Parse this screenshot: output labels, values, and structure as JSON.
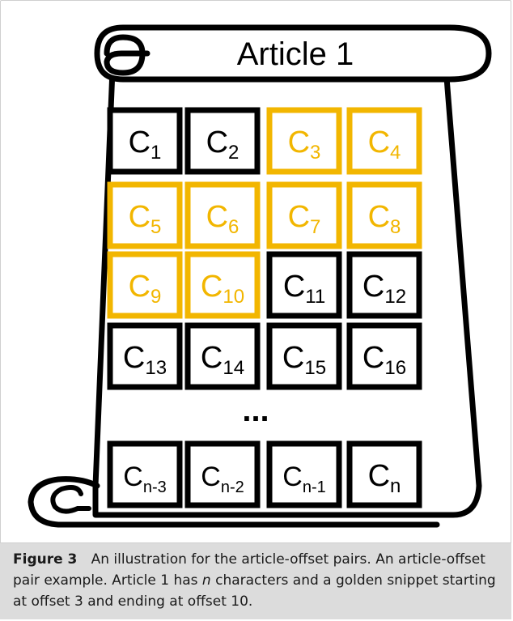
{
  "diagram": {
    "title": "Article 1",
    "ellipsis": "...",
    "colors": {
      "golden": "#F2B600",
      "normal": "#000000"
    },
    "cells": [
      {
        "base": "C",
        "sub": "1",
        "highlight": false
      },
      {
        "base": "C",
        "sub": "2",
        "highlight": false
      },
      {
        "base": "C",
        "sub": "3",
        "highlight": true
      },
      {
        "base": "C",
        "sub": "4",
        "highlight": true
      },
      {
        "base": "C",
        "sub": "5",
        "highlight": true
      },
      {
        "base": "C",
        "sub": "6",
        "highlight": true
      },
      {
        "base": "C",
        "sub": "7",
        "highlight": true
      },
      {
        "base": "C",
        "sub": "8",
        "highlight": true
      },
      {
        "base": "C",
        "sub": "9",
        "highlight": true
      },
      {
        "base": "C",
        "sub": "10",
        "highlight": true
      },
      {
        "base": "C",
        "sub": "11",
        "highlight": false
      },
      {
        "base": "C",
        "sub": "12",
        "highlight": false
      },
      {
        "base": "C",
        "sub": "13",
        "highlight": false
      },
      {
        "base": "C",
        "sub": "14",
        "highlight": false
      },
      {
        "base": "C",
        "sub": "15",
        "highlight": false
      },
      {
        "base": "C",
        "sub": "16",
        "highlight": false
      },
      {
        "base": "C",
        "sub": "n-3",
        "highlight": false
      },
      {
        "base": "C",
        "sub": "n-2",
        "highlight": false
      },
      {
        "base": "C",
        "sub": "n-1",
        "highlight": false
      },
      {
        "base": "C",
        "sub": "n",
        "highlight": false
      }
    ]
  },
  "caption": {
    "label": "Figure 3",
    "text_part1": "An illustration for the article-offset pairs. An article-offset pair example. Article 1 has ",
    "n_italic": "n",
    "text_part2": " characters and a golden snippet starting at offset 3 and ending at offset 10."
  }
}
